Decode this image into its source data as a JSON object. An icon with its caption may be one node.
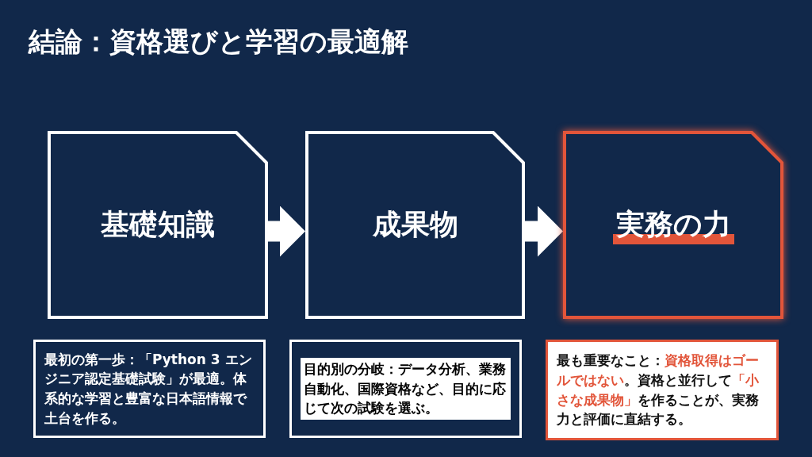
{
  "diagram": {
    "title": "結論：資格選びと学習の最適解",
    "nodes": [
      {
        "text": [
          "基礎知識"
        ]
      },
      {
        "text": [
          "成果物"
        ]
      },
      {
        "text": [
          "実務の力"
        ]
      },
      {
        "text": [
          "最初の第一歩：「Python 3 エンジニア認定基礎試験」が最適。体系的な学習と豊富な日本語情報で土台を作る。"
        ]
      },
      {
        "text": [
          "目的別の分岐：データ分析、業務自動化、国際資格など、目的に応じて次の試験を選ぶ。"
        ]
      },
      {
        "text": [
          "最も重要なこと：**資格取得はゴールではない**。資格と並行して**「小さな成果物」**を作ることが、実務力と評価に直結する。"
        ]
      }
    ],
    "edges": [
      {
        "from": 0,
        "to": 1,
        "arrow": "to"
      },
      {
        "from": 1,
        "to": 2,
        "arrow": "to"
      }
    ]
  }
}
